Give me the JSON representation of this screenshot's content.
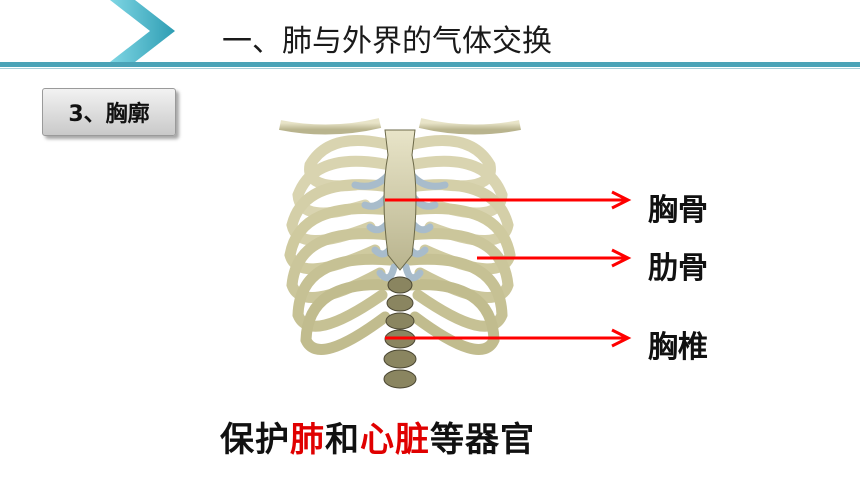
{
  "header": {
    "title": "一、肺与外界的气体交换"
  },
  "section": {
    "label": "3、胸廓"
  },
  "labels": {
    "sternum": "胸骨",
    "ribs": "肋骨",
    "vertebrae": "胸椎"
  },
  "caption": {
    "part1": "保护",
    "part2": "肺",
    "part3": "和",
    "part4": "心脏",
    "part5": "等器官"
  },
  "colors": {
    "accent": "#4aa3b7",
    "arrow": "#ff0000",
    "highlight": "#e00000"
  }
}
